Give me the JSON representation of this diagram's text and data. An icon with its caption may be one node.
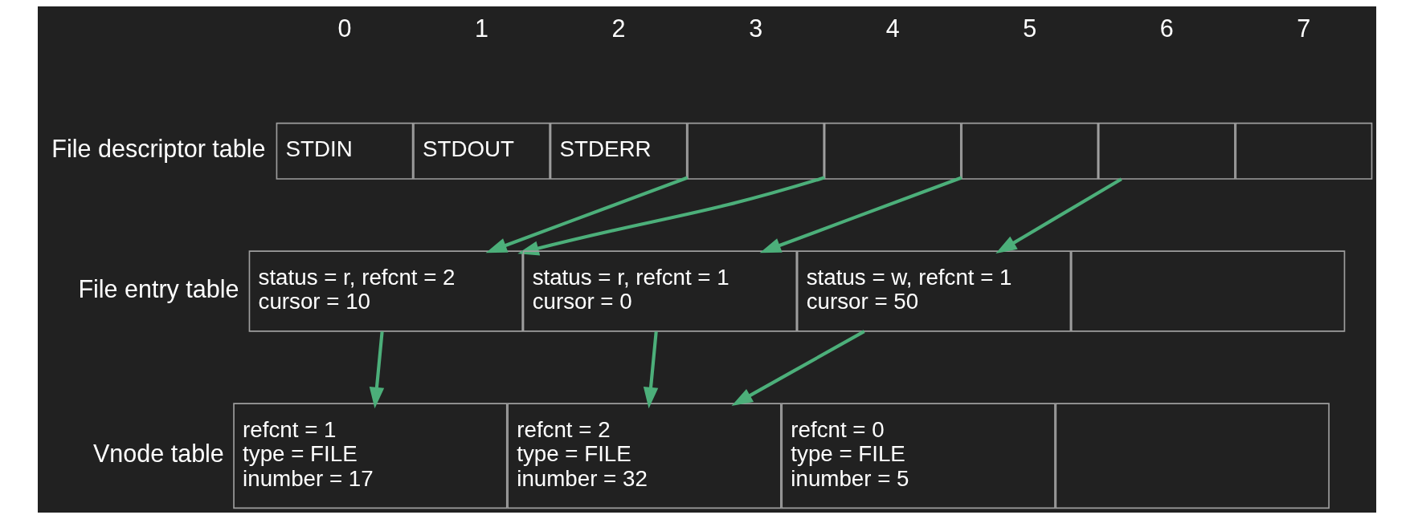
{
  "diagram": {
    "nodes": [
      {
        "text": [
          "STDIN"
        ]
      },
      {
        "text": [
          "STDOUT"
        ]
      },
      {
        "text": [
          "STDERR"
        ]
      },
      {
        "text": [],
        "shape": "box"
      },
      {
        "text": [],
        "shape": "box"
      },
      {
        "text": [],
        "shape": "box"
      },
      {
        "text": [],
        "shape": "box"
      },
      {
        "text": [],
        "shape": "box"
      },
      {
        "text": [
          "status = r, refcnt = 2",
          "cursor = 10"
        ]
      },
      {
        "text": [
          "status = r, refcnt = 1",
          "cursor = 0"
        ]
      },
      {
        "text": [
          "status = w, refcnt = 1",
          "cursor = 50"
        ]
      },
      {
        "text": [],
        "shape": "box"
      },
      {
        "text": [
          "refcnt = 1",
          "type = FILE",
          "inumber = 17"
        ]
      },
      {
        "text": [
          "refcnt = 2",
          "type = FILE",
          "inumber = 32"
        ]
      },
      {
        "text": [
          "refcnt = 0",
          "type = FILE",
          "inumber = 5"
        ]
      },
      {
        "text": [],
        "shape": "box"
      }
    ],
    "edges": [
      {
        "from": 3,
        "to": 8,
        "arrow": "to"
      },
      {
        "from": 4,
        "to": 8,
        "arrow": "to"
      },
      {
        "from": 5,
        "to": 9,
        "arrow": "to"
      },
      {
        "from": 6,
        "to": 10,
        "arrow": "to"
      },
      {
        "from": 8,
        "to": 12,
        "arrow": "to"
      },
      {
        "from": 9,
        "to": 13,
        "arrow": "to"
      },
      {
        "from": 10,
        "to": 13,
        "arrow": "to"
      }
    ],
    "labels": [
      "0",
      "1",
      "2",
      "3",
      "4",
      "5",
      "6",
      "7",
      "File descriptor table",
      "File entry table",
      "Vnode table"
    ]
  }
}
